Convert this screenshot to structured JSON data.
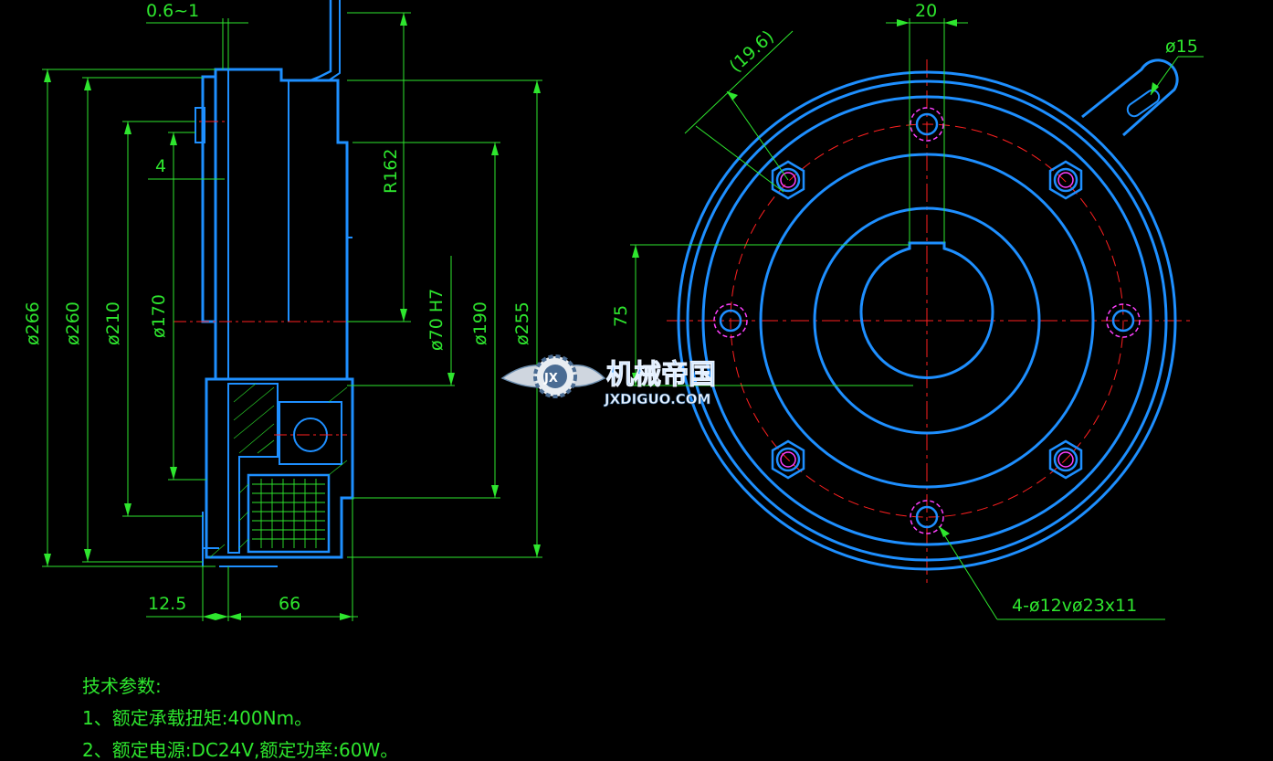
{
  "side_view_dimensions": {
    "gap": "0.6~1",
    "d266": "ø266",
    "d260": "ø260",
    "d210": "ø210",
    "d170": "ø170",
    "four": "4",
    "r162": "R162",
    "d70h7": "ø70 H7",
    "d190": "ø190",
    "d255": "ø255",
    "w12_5": "12.5",
    "w66": "66"
  },
  "front_view_dimensions": {
    "w20": "20",
    "angle": "(19.6)",
    "d15": "ø15",
    "h75": "75",
    "holes": "4-ø12vø23x11"
  },
  "watermark": {
    "cn": "机械帝国",
    "en": "JXDIGUO.COM",
    "emblem": "JX"
  },
  "notes": {
    "title": "技术参数:",
    "line1": "1、额定承载扭矩:400Nm。",
    "line2": "2、额定电源:DC24V,额定功率:60W。"
  },
  "colors": {
    "background": "#000000",
    "outline": "#1e8fff",
    "dimension": "#2ee62e",
    "centerline": "#ff2020",
    "hatch": "#2ee62e",
    "bolt_ring": "#ff40ff"
  }
}
